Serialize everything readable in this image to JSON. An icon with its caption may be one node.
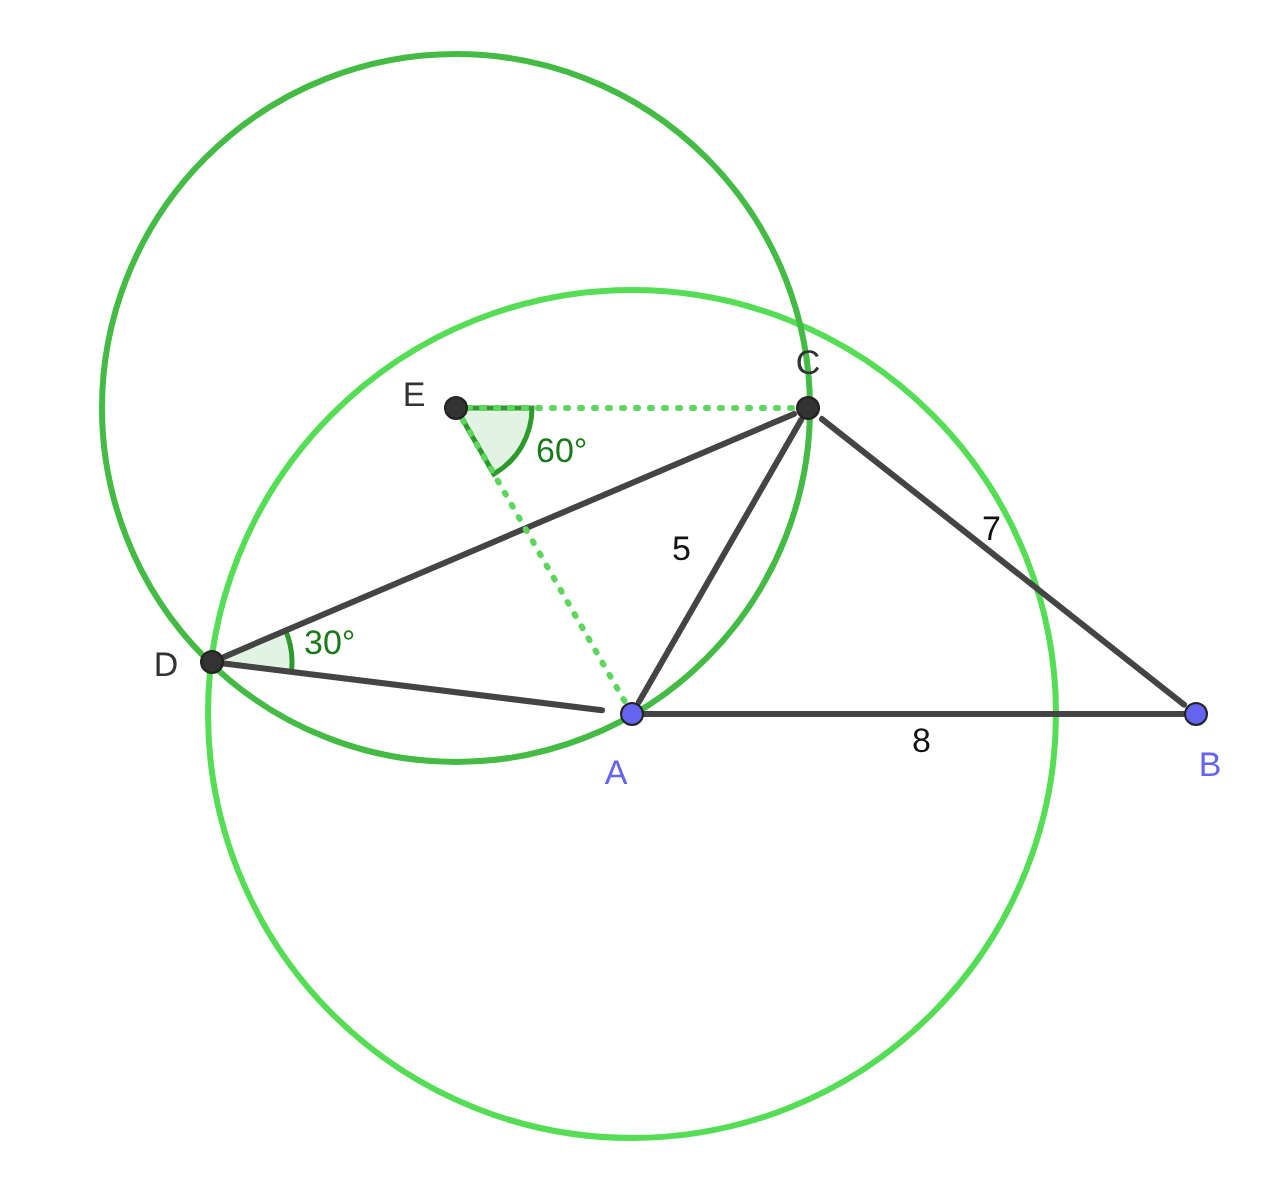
{
  "diagram": {
    "nodes": [
      {
        "text": [
          "E"
        ]
      },
      {
        "text": [
          "C"
        ]
      },
      {
        "text": [
          "D"
        ]
      },
      {
        "text": [
          "A"
        ]
      },
      {
        "text": [
          "B"
        ]
      }
    ],
    "edges": [
      {
        "from": 2,
        "to": 1,
        "arrow": "none"
      },
      {
        "from": 1,
        "to": 3,
        "arrow": "none",
        "label": "5"
      },
      {
        "from": 1,
        "to": 4,
        "arrow": "none",
        "label": "7"
      },
      {
        "from": 2,
        "to": 3,
        "arrow": "none"
      },
      {
        "from": 3,
        "to": 4,
        "arrow": "none",
        "label": "8"
      },
      {
        "from": 0,
        "to": 1,
        "arrow": "none",
        "style": "dashed",
        "color": "#5cd65c"
      },
      {
        "from": 0,
        "to": 3,
        "arrow": "none",
        "style": "dashed",
        "color": "#5cd65c"
      }
    ],
    "labels": [
      "60°",
      "30°"
    ]
  }
}
